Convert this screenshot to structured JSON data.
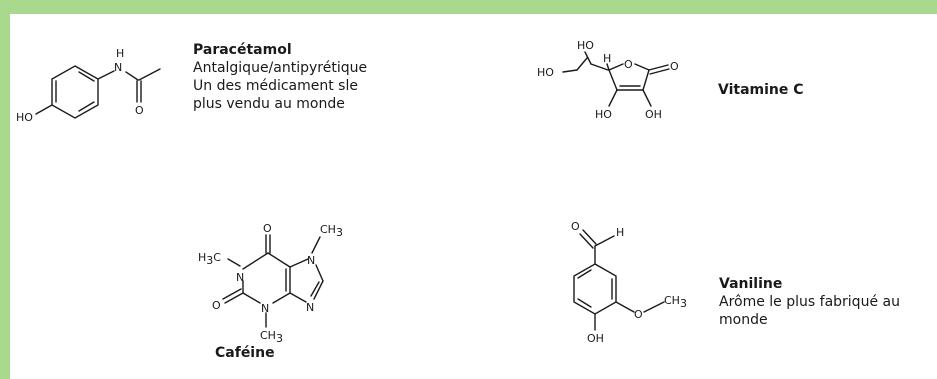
{
  "molecules": {
    "paracetamol": {
      "name": "Paracétamol",
      "lines": [
        "Antalgique/antipyrétique",
        "Un des médicament sle",
        "plus vendu au monde"
      ],
      "atoms": {
        "nh_h": "H",
        "nh_n": "N",
        "o": "O",
        "ho": "HO"
      }
    },
    "vitamin_c": {
      "name": "Vitamine C",
      "atoms": {
        "ho_top": "HO",
        "ho_left": "HO",
        "h": "H",
        "o_ring": "O",
        "o_carbonyl": "O",
        "ho_bottom": "HO",
        "oh_bottom": "OH"
      }
    },
    "cafeine": {
      "name": "Caféine",
      "atoms": {
        "h3c": "H",
        "h3c_sub": "3",
        "h3c_c": "C",
        "n1": "N",
        "o_top": "O",
        "n7": "N",
        "ch3_top": "CH",
        "ch3_top_sub": "3",
        "n9": "N",
        "o_left": "O",
        "n3": "N",
        "ch3_bottom": "CH",
        "ch3_bottom_sub": "3"
      }
    },
    "vaniline": {
      "name": "Vaniline",
      "lines": [
        "Arôme le plus fabriqué au",
        "monde"
      ],
      "atoms": {
        "o_ald": "O",
        "h_ald": "H",
        "o_meth": "O",
        "ch3": "CH",
        "ch3_sub": "3",
        "oh": "OH"
      }
    }
  }
}
